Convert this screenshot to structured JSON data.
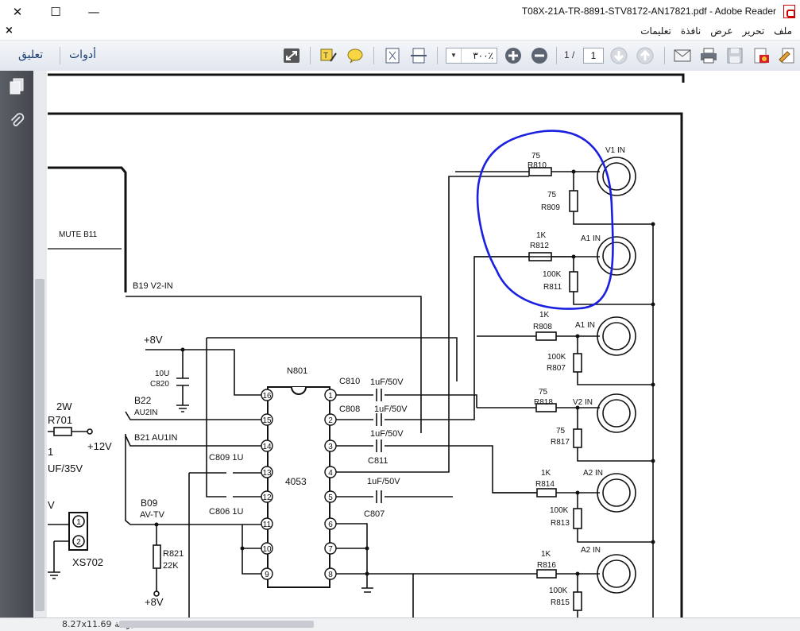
{
  "window": {
    "title": "T08X-21A-TR-8891-STV8172-AN17821.pdf - Adobe Reader",
    "minimize": "—",
    "maximize": "☐",
    "close": "✕"
  },
  "menubar": {
    "close_doc": "×",
    "items": [
      "ملف",
      "تحرير",
      "عرض",
      "نافذة",
      "تعليمات"
    ]
  },
  "toolbar": {
    "tools_label": "أدوات",
    "comment_label": "تعليق",
    "zoom_value": "٣٠٠٪",
    "current_page": "1",
    "page_total": "1 /"
  },
  "status": {
    "page_size": "8.27x11.69 بوصة"
  },
  "schematic": {
    "labels": {
      "mute": "MUTE B11",
      "b19": "B19 V2-IN",
      "plus8v_top": "+8V",
      "c820_val": "10U",
      "c820": "C820",
      "b22": "B22",
      "au2in": "AU2IN",
      "b21": "B21 AU1IN",
      "n801": "N801",
      "ic": "4053",
      "c809": "C809 1U",
      "c806": "C806 1U",
      "b09": "B09",
      "avtv": "AV-TV",
      "r821": "R821",
      "r821_val": "22K",
      "plus8v_bot": "+8V",
      "w2": "2W",
      "r701": "R701",
      "one": "1",
      "plus12v": "+12V",
      "uf35v": "UF/35V",
      "v": "V",
      "xs702": "XS702",
      "c810": "C810",
      "c808": "C808",
      "c811": "C811",
      "c807": "C807",
      "uf50_1": "1uF/50V",
      "uf50_2": "1uF/50V",
      "uf50_3": "1uF/50V",
      "uf50_4": "1uF/50V"
    },
    "resistors": [
      {
        "ref": "R810",
        "val": "75"
      },
      {
        "ref": "R809",
        "val": "75"
      },
      {
        "ref": "R812",
        "val": "1K"
      },
      {
        "ref": "R811",
        "val": "100K"
      },
      {
        "ref": "R808",
        "val": "1K"
      },
      {
        "ref": "R807",
        "val": "100K"
      },
      {
        "ref": "R818",
        "val": "75"
      },
      {
        "ref": "R817",
        "val": "75"
      },
      {
        "ref": "R814",
        "val": "1K"
      },
      {
        "ref": "R813",
        "val": "100K"
      },
      {
        "ref": "R816",
        "val": "1K"
      },
      {
        "ref": "R815",
        "val": "100K"
      }
    ],
    "jacks": [
      "V1 IN",
      "A1 IN",
      "A1 IN",
      "V2 IN",
      "A2 IN",
      "A2 IN"
    ],
    "pins_left": [
      "16",
      "15",
      "14",
      "13",
      "12",
      "11",
      "10",
      "9"
    ],
    "pins_right": [
      "1",
      "2",
      "3",
      "4",
      "5",
      "6",
      "7",
      "8"
    ],
    "connector_pins": [
      "1",
      "2"
    ]
  }
}
